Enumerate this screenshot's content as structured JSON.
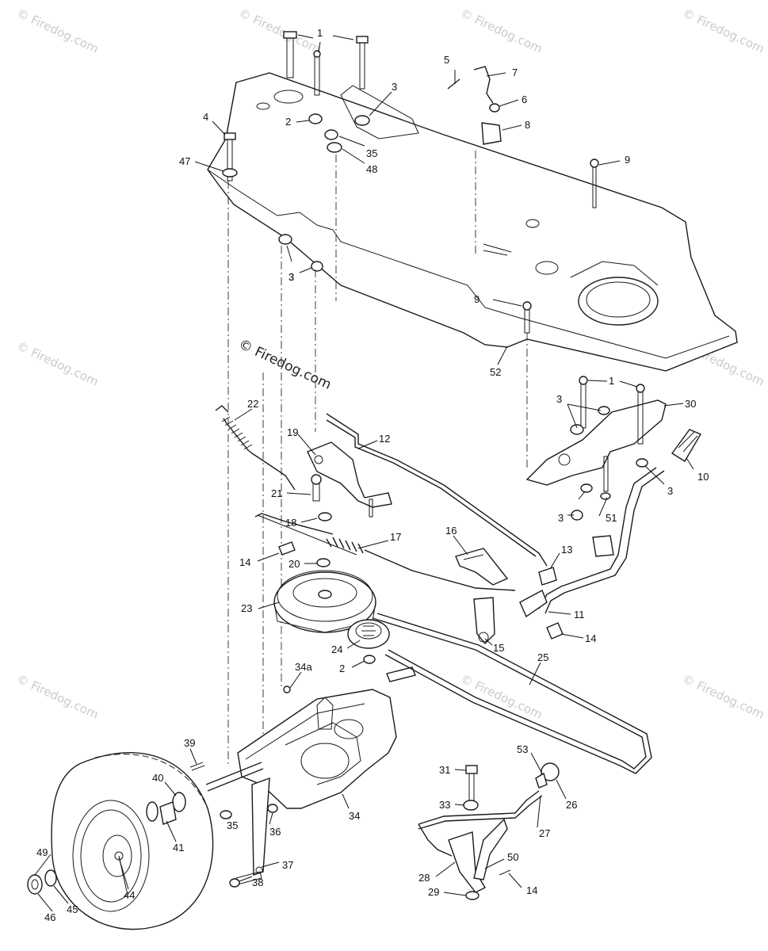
{
  "diagram": {
    "watermark": "© Firedog.com",
    "callouts": [
      {
        "label": "1"
      },
      {
        "label": "2"
      },
      {
        "label": "3"
      },
      {
        "label": "3"
      },
      {
        "label": "4"
      },
      {
        "label": "5"
      },
      {
        "label": "6"
      },
      {
        "label": "7"
      },
      {
        "label": "8"
      },
      {
        "label": "9"
      },
      {
        "label": "9"
      },
      {
        "label": "35"
      },
      {
        "label": "48"
      },
      {
        "label": "47"
      },
      {
        "label": "3"
      },
      {
        "label": "52"
      },
      {
        "label": "1"
      },
      {
        "label": "30"
      },
      {
        "label": "3"
      },
      {
        "label": "10"
      },
      {
        "label": "3"
      },
      {
        "label": "3"
      },
      {
        "label": "51"
      },
      {
        "label": "22"
      },
      {
        "label": "19"
      },
      {
        "label": "12"
      },
      {
        "label": "21"
      },
      {
        "label": "18"
      },
      {
        "label": "17"
      },
      {
        "label": "16"
      },
      {
        "label": "13"
      },
      {
        "label": "14"
      },
      {
        "label": "20"
      },
      {
        "label": "23"
      },
      {
        "label": "11"
      },
      {
        "label": "15"
      },
      {
        "label": "14"
      },
      {
        "label": "24"
      },
      {
        "label": "25"
      },
      {
        "label": "2"
      },
      {
        "label": "34a"
      },
      {
        "label": "39"
      },
      {
        "label": "40"
      },
      {
        "label": "41"
      },
      {
        "label": "35"
      },
      {
        "label": "36"
      },
      {
        "label": "34"
      },
      {
        "label": "37"
      },
      {
        "label": "38"
      },
      {
        "label": "49"
      },
      {
        "label": "44"
      },
      {
        "label": "46"
      },
      {
        "label": "45"
      },
      {
        "label": "31"
      },
      {
        "label": "33"
      },
      {
        "label": "53"
      },
      {
        "label": "26"
      },
      {
        "label": "27"
      },
      {
        "label": "50"
      },
      {
        "label": "28"
      },
      {
        "label": "14"
      },
      {
        "label": "29"
      }
    ]
  }
}
